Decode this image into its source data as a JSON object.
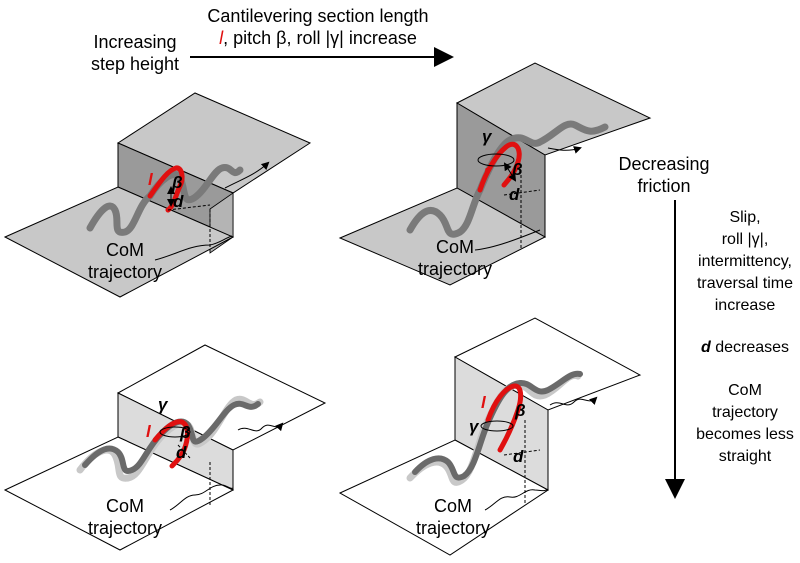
{
  "header": {
    "top_line": "Cantilevering section length",
    "symbol_l": "l",
    "top_line2_rest": ", pitch β, roll |γ| increase",
    "left_line1": "Increasing",
    "left_line2": "step height"
  },
  "right": {
    "friction_line1": "Decreasing",
    "friction_line2": "friction",
    "effects": [
      "Slip,",
      "roll |γ|,",
      "intermittency,",
      "traversal time",
      "increase"
    ],
    "d_symbol": "d",
    "d_rest": " decreases",
    "com": [
      "CoM",
      "trajectory",
      "becomes less",
      "straight"
    ]
  },
  "panel_labels": {
    "com1": "CoM",
    "com2": "trajectory",
    "l": "l",
    "beta": "β",
    "gamma": "γ",
    "d": "d"
  },
  "colors": {
    "highlight": "#e01010",
    "step_gray": "#c8c8c8",
    "riser_gray": "#9a9a9a",
    "low_friction_riser": "#dcdcdc",
    "body_gray": "#7a7a7a"
  }
}
